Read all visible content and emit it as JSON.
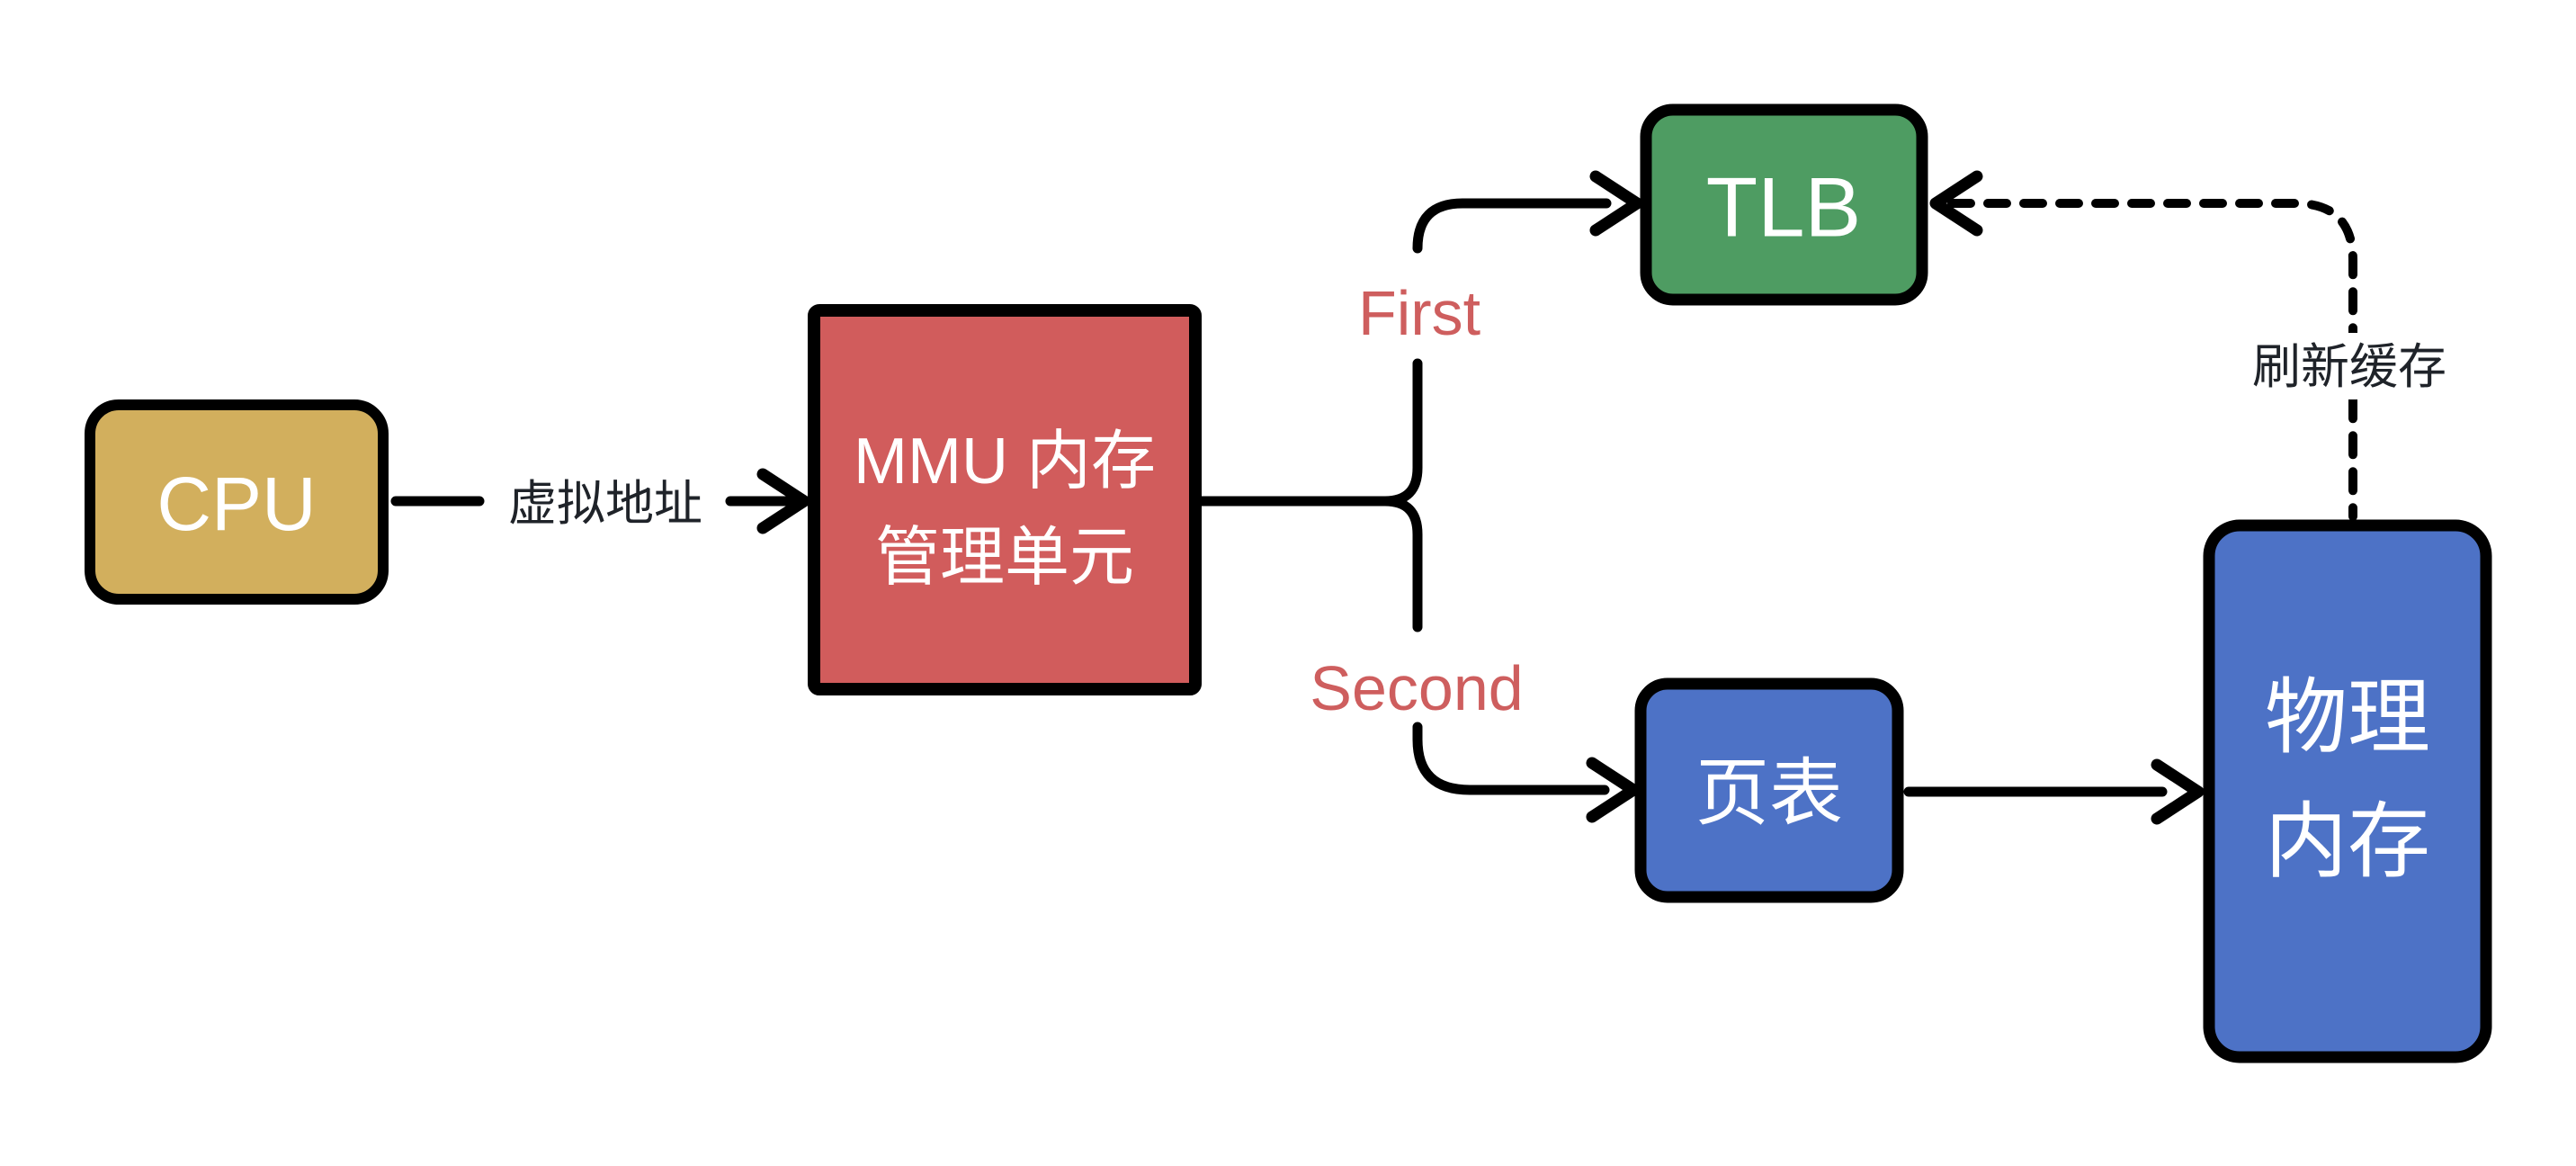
{
  "diagram": {
    "background": "#ffffff",
    "stroke_color": "#000000",
    "nodes": {
      "cpu": {
        "label": "CPU",
        "fill": "#d2af5d",
        "text_color": "#ffffff"
      },
      "mmu": {
        "lines": [
          "MMU 内存",
          "管理单元"
        ],
        "fill": "#d15c5c",
        "text_color": "#ffffff"
      },
      "tlb": {
        "label": "TLB",
        "fill": "#4e9c62",
        "text_color": "#ffffff"
      },
      "page_table": {
        "label": "页表",
        "fill": "#4d72c6",
        "text_color": "#ffffff"
      },
      "physical_memory": {
        "lines": [
          "物理",
          "内存"
        ],
        "fill": "#4d72c6",
        "text_color": "#ffffff"
      }
    },
    "edge_labels": {
      "virtual_address": {
        "text": "虚拟地址",
        "color": "#1f2329"
      },
      "first": {
        "text": "First",
        "color": "#ce5e5e"
      },
      "second": {
        "text": "Second",
        "color": "#ce5e5e"
      },
      "flush_cache": {
        "text": "刷新缓存",
        "color": "#1f2329"
      }
    }
  }
}
